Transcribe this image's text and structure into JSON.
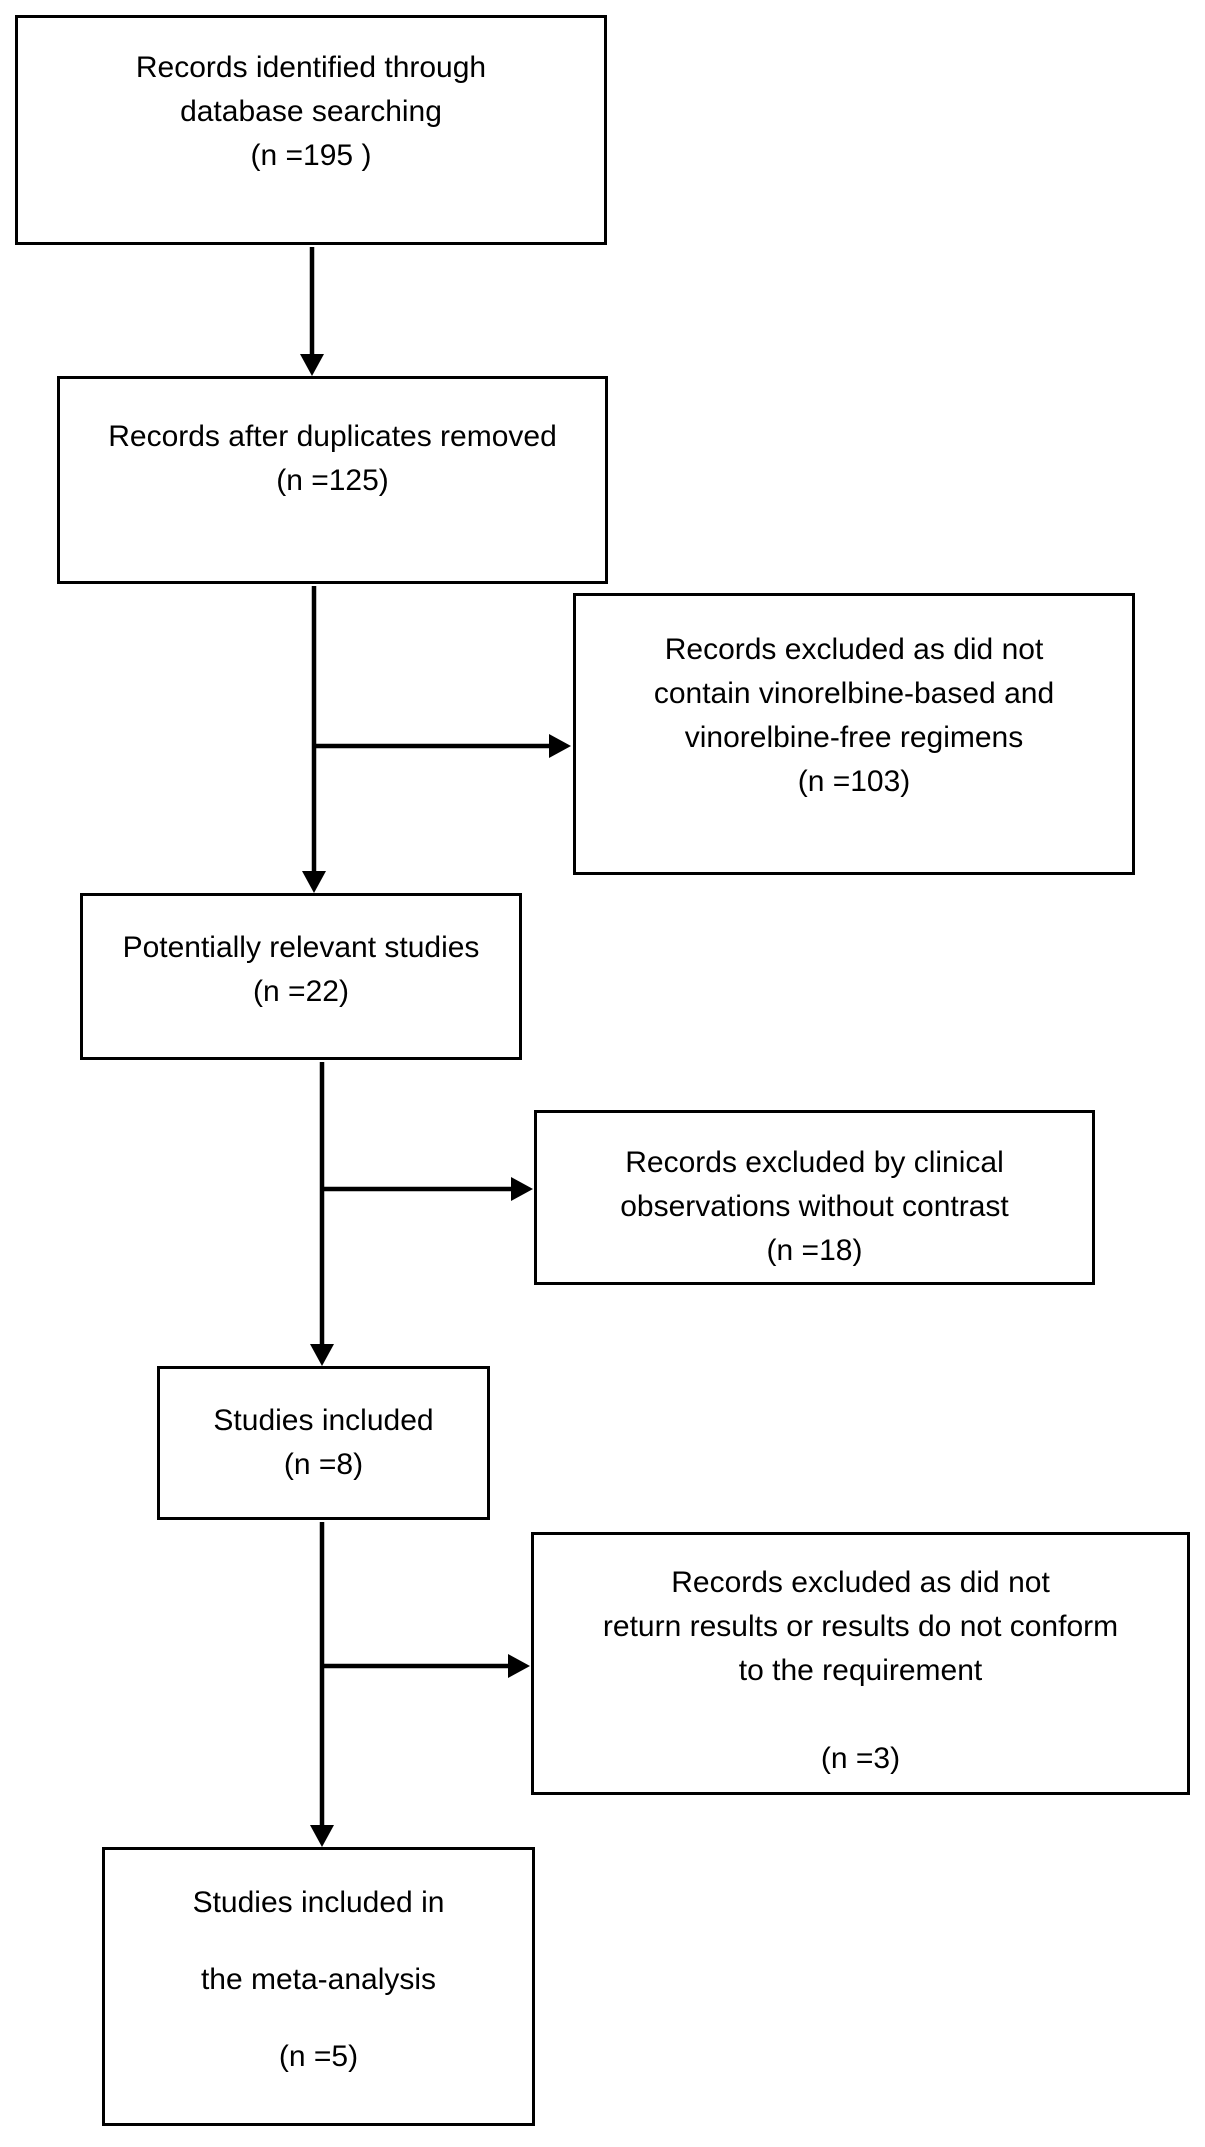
{
  "diagram": {
    "colors": {
      "border": "#000000",
      "text": "#000000",
      "background": "#ffffff"
    },
    "boxes": [
      {
        "id": "records-identified",
        "n": 195,
        "text": "Records identified through\ndatabase searching\n(n =195 )"
      },
      {
        "id": "records-after-duplicates",
        "n": 125,
        "text": "Records after duplicates removed\n(n =125)"
      },
      {
        "id": "excluded-no-regimens",
        "n": 103,
        "text": "Records excluded as did not\ncontain vinorelbine-based and\nvinorelbine-free regimens\n(n =103)"
      },
      {
        "id": "potentially-relevant-studies",
        "n": 22,
        "text": "Potentially relevant studies\n(n =22)"
      },
      {
        "id": "excluded-clinical-observations",
        "n": 18,
        "text": "Records excluded by clinical\nobservations without contrast\n(n =18)"
      },
      {
        "id": "studies-included",
        "n": 8,
        "text": "Studies included\n(n =8)"
      },
      {
        "id": "excluded-no-results",
        "n": 3,
        "text": "Records excluded as did not\nreturn results or results do not conform\nto the requirement\n\n(n =3)"
      },
      {
        "id": "included-meta-analysis",
        "n": 5,
        "text": "Studies included in\n\nthe meta-analysis\n\n(n =5)"
      }
    ],
    "arrows": [
      {
        "from": "records-identified",
        "to": "records-after-duplicates"
      },
      {
        "from": "records-after-duplicates",
        "to": "potentially-relevant-studies"
      },
      {
        "from": "records-after-duplicates",
        "to": "excluded-no-regimens"
      },
      {
        "from": "potentially-relevant-studies",
        "to": "studies-included"
      },
      {
        "from": "potentially-relevant-studies",
        "to": "excluded-clinical-observations"
      },
      {
        "from": "studies-included",
        "to": "included-meta-analysis"
      },
      {
        "from": "studies-included",
        "to": "excluded-no-results"
      }
    ]
  }
}
